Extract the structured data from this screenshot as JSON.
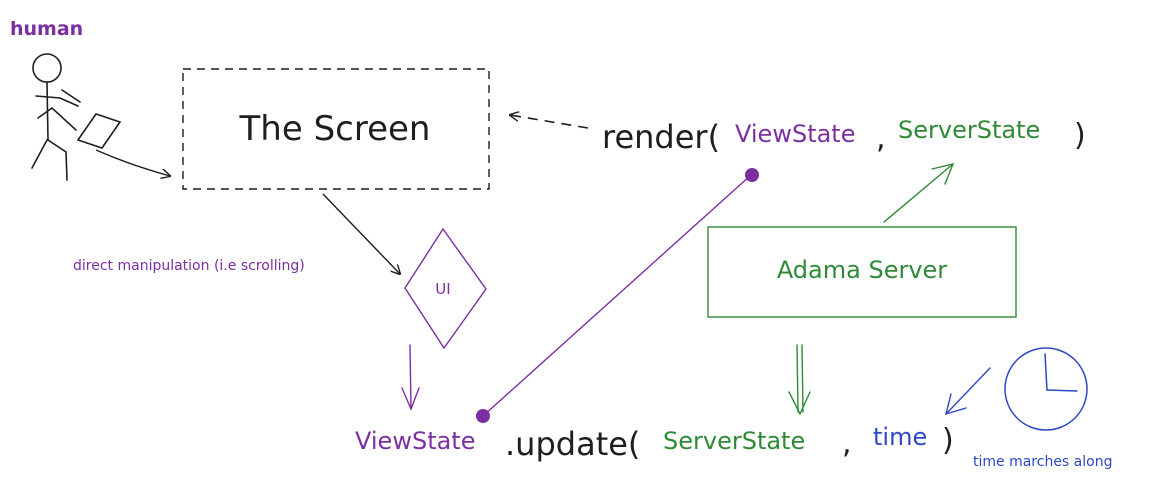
{
  "colors": {
    "black": "#1e1e1e",
    "purple": "#7b2fa0",
    "green": "#2f8a37",
    "blue": "#2f47c4"
  },
  "labels": {
    "human": "human",
    "screen": "The Screen",
    "render_fn": "render(",
    "render_arg1": "ViewState",
    "render_comma": ",",
    "render_arg2": "ServerState",
    "render_close": ")",
    "direct_manipulation": "direct manipulation (i.e scrolling)",
    "ui": "UI",
    "adama_server": "Adama Server",
    "update_obj": "ViewState",
    "update_fn": ".update(",
    "update_arg1": "ServerState",
    "update_comma": ",",
    "update_arg2": "time",
    "update_close": ")",
    "time_caption": "time marches along"
  },
  "icons": {
    "human_figure": "stick-figure-icon",
    "clock": "clock-icon"
  }
}
